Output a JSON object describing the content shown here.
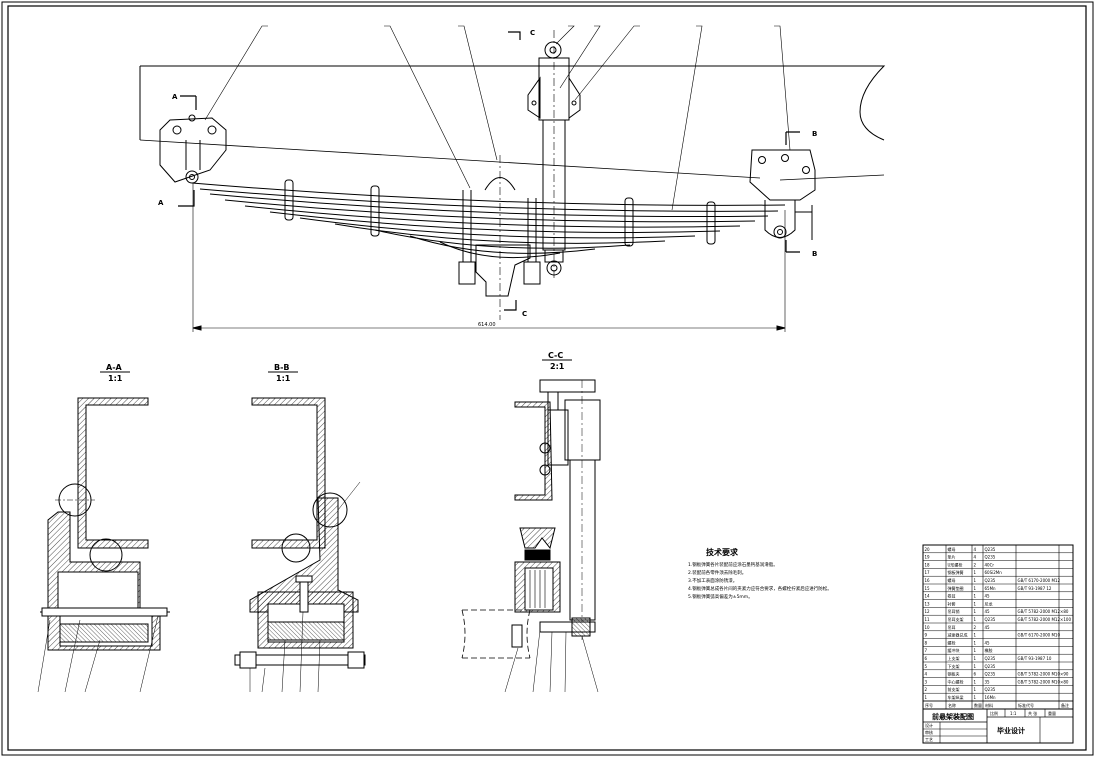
{
  "views": {
    "section_aa": {
      "title": "A-A",
      "scale": "1:1"
    },
    "section_bb": {
      "title": "B-B",
      "scale": "1:1"
    },
    "section_cc": {
      "title": "C-C",
      "scale": "2:1"
    }
  },
  "cut_markers": {
    "a": "A",
    "b": "B",
    "c": "C"
  },
  "main_dimension": "614.00",
  "technical_requirements": {
    "title": "技术要求",
    "items": [
      "1.钢板弹簧各片装配前应涂石墨钙基润滑脂。",
      "2.装配前各零件须去除毛刺。",
      "3.不加工表面涂防锈漆。",
      "4.钢板弹簧总成各片间的夹紧力应符合要求，各螺栓拧紧后应进行防松。",
      "5.钢板弹簧弧高偏差为±5mm。"
    ]
  },
  "title_block": {
    "drawing_name": "前悬架装配图",
    "project": "毕业设计",
    "header": {
      "seq": "序号",
      "name": "名称",
      "qty": "数量",
      "material": "材料",
      "standard": "标准代号",
      "remark": "备注"
    },
    "ratio_label": "比例",
    "ratio_value": "1:1",
    "sheet_label": "共 张",
    "weight_label": "重量",
    "roles": [
      "设计",
      "审核",
      "工艺"
    ]
  },
  "bom_rows": [
    {
      "no": "20",
      "name": "螺母",
      "qty": "4",
      "mat": "Q235",
      "std": ""
    },
    {
      "no": "19",
      "name": "垫片",
      "qty": "4",
      "mat": "Q235",
      "std": ""
    },
    {
      "no": "18",
      "name": "U形螺栓",
      "qty": "2",
      "mat": "40Cr",
      "std": ""
    },
    {
      "no": "17",
      "name": "钢板弹簧",
      "qty": "1",
      "mat": "60Si2Mn",
      "std": ""
    },
    {
      "no": "16",
      "name": "螺母",
      "qty": "1",
      "mat": "Q235",
      "std": "GB/T 6170-2000 M12"
    },
    {
      "no": "15",
      "name": "弹簧垫圈",
      "qty": "1",
      "mat": "65Mn",
      "std": "GB/T 93-1987 12"
    },
    {
      "no": "14",
      "name": "卷耳",
      "qty": "1",
      "mat": "45",
      "std": ""
    },
    {
      "no": "13",
      "name": "衬套",
      "qty": "1",
      "mat": "尼龙",
      "std": ""
    },
    {
      "no": "12",
      "name": "吊耳销",
      "qty": "1",
      "mat": "45",
      "std": "GB/T 5782-2000 M12×80"
    },
    {
      "no": "11",
      "name": "吊耳支架",
      "qty": "1",
      "mat": "Q235",
      "std": "GB/T 5782-2000 M12×100"
    },
    {
      "no": "10",
      "name": "吊耳",
      "qty": "2",
      "mat": "45",
      "std": ""
    },
    {
      "no": "9",
      "name": "减振器总成",
      "qty": "1",
      "mat": "",
      "std": "GB/T 6170-2000 M10"
    },
    {
      "no": "8",
      "name": "螺栓",
      "qty": "1",
      "mat": "45",
      "std": ""
    },
    {
      "no": "7",
      "name": "缓冲块",
      "qty": "1",
      "mat": "橡胶",
      "std": ""
    },
    {
      "no": "6",
      "name": "上支架",
      "qty": "1",
      "mat": "Q235",
      "std": "GB/T 93-1987 10"
    },
    {
      "no": "5",
      "name": "下支架",
      "qty": "1",
      "mat": "Q235",
      "std": ""
    },
    {
      "no": "4",
      "name": "钢板夹",
      "qty": "6",
      "mat": "Q235",
      "std": "GB/T 5782-2000 M10×90"
    },
    {
      "no": "3",
      "name": "中心螺栓",
      "qty": "1",
      "mat": "35",
      "std": "GB/T 5782-2000 M10×80"
    },
    {
      "no": "2",
      "name": "前支架",
      "qty": "1",
      "mat": "Q235",
      "std": ""
    },
    {
      "no": "1",
      "name": "车架纵梁",
      "qty": "1",
      "mat": "16Mn",
      "std": ""
    }
  ],
  "chart_data": {
    "type": "diagram"
  }
}
